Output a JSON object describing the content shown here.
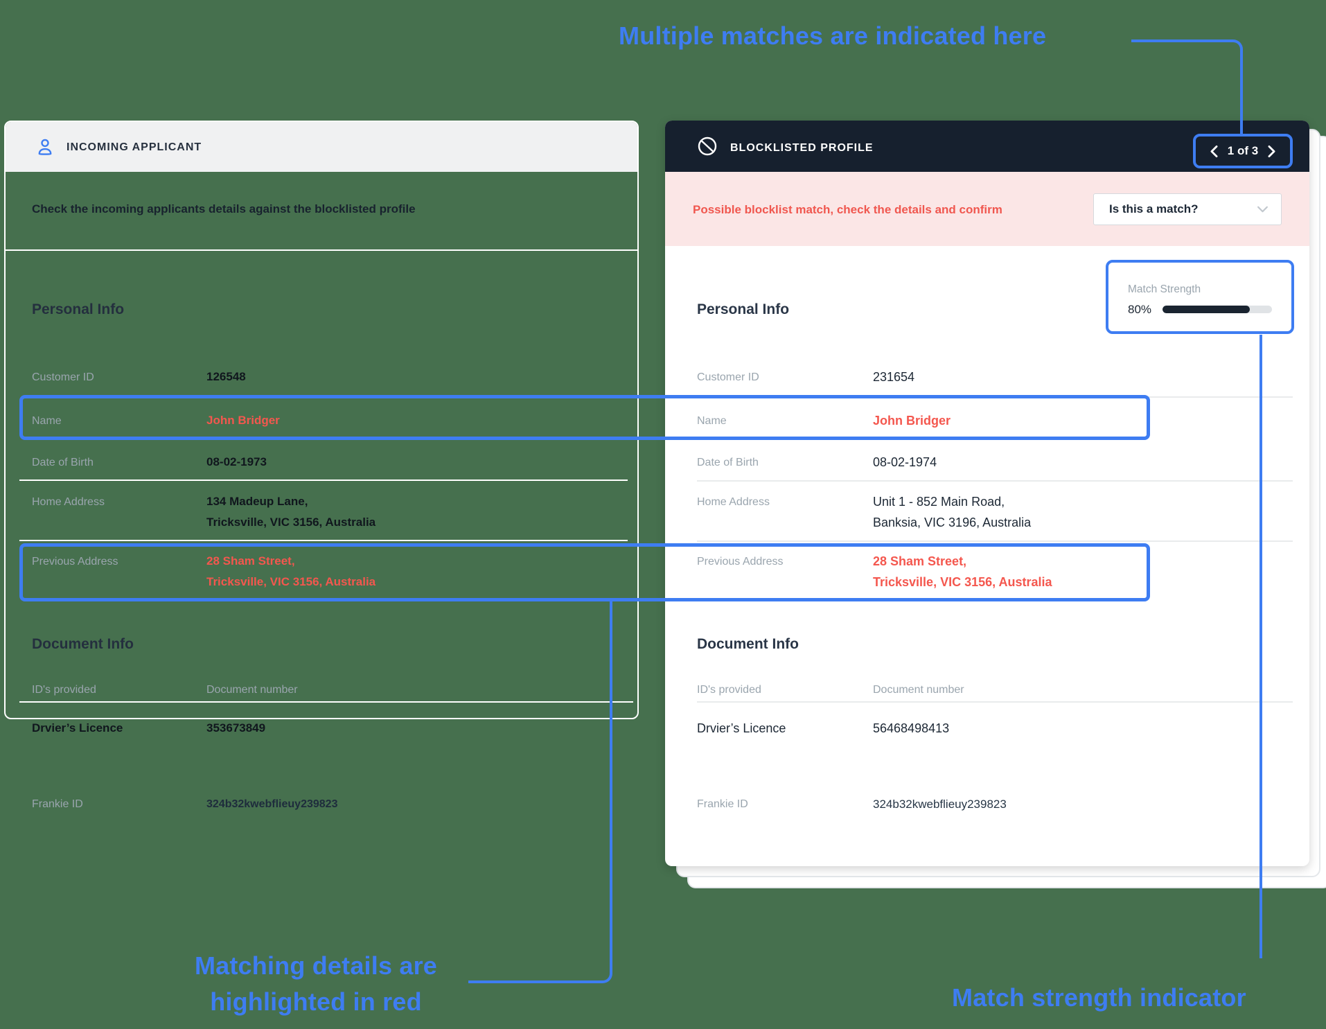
{
  "colors": {
    "accent_blue": "#3E7DF2",
    "match_red": "#F4574E",
    "background_green": "#46704E",
    "header_dark": "#16202E",
    "banner_pink": "#FBE6E6"
  },
  "annotations": {
    "top": "Multiple matches are indicated here",
    "bottom_left_line1": "Matching details are",
    "bottom_left_line2": "highlighted in red",
    "bottom_right": "Match strength indicator"
  },
  "incoming": {
    "header_title": "INCOMING APPLICANT",
    "subtitle": "Check the incoming applicants details against the blocklisted profile",
    "personal_section_title": "Personal Info",
    "fields": {
      "customer_id": {
        "label": "Customer ID",
        "value": "126548"
      },
      "name": {
        "label": "Name",
        "value": "John Bridger"
      },
      "dob": {
        "label": "Date of Birth",
        "value": "08-02-1973"
      },
      "home": {
        "label": "Home Address",
        "line1": "134 Madeup Lane,",
        "line2": "Tricksville, VIC 3156, Australia"
      },
      "previous": {
        "label": "Previous Address",
        "line1": "28 Sham Street,",
        "line2": "Tricksville, VIC 3156, Australia"
      }
    },
    "document_section_title": "Document Info",
    "documents": {
      "col_type": "ID's provided",
      "col_number": "Document number",
      "rows": [
        {
          "type": "Drvier’s Licence",
          "number": "353673849"
        },
        {
          "type": "Frankie ID",
          "number": "324b32kwebflieuy239823"
        }
      ]
    }
  },
  "blocklisted": {
    "header_title": "BLOCKLISTED PROFILE",
    "pager": {
      "current": "1 of 3"
    },
    "banner": {
      "message": "Possible blocklist match, check the details and confirm",
      "dropdown_label": "Is this a match?"
    },
    "match_strength": {
      "label": "Match Strength",
      "percent": "80%",
      "value": 80
    },
    "personal_section_title": "Personal Info",
    "fields": {
      "customer_id": {
        "label": "Customer ID",
        "value": "231654"
      },
      "name": {
        "label": "Name",
        "value": "John Bridger"
      },
      "dob": {
        "label": "Date of Birth",
        "value": "08-02-1974"
      },
      "home": {
        "label": "Home Address",
        "line1": "Unit 1 - 852 Main Road,",
        "line2": "Banksia, VIC 3196, Australia"
      },
      "previous": {
        "label": "Previous Address",
        "line1": "28 Sham Street,",
        "line2": "Tricksville, VIC 3156, Australia"
      }
    },
    "document_section_title": "Document Info",
    "documents": {
      "col_type": "ID's provided",
      "col_number": "Document number",
      "rows": [
        {
          "type": "Drvier’s Licence",
          "number": "56468498413"
        },
        {
          "type": "Frankie ID",
          "number": "324b32kwebflieuy239823"
        }
      ]
    }
  }
}
